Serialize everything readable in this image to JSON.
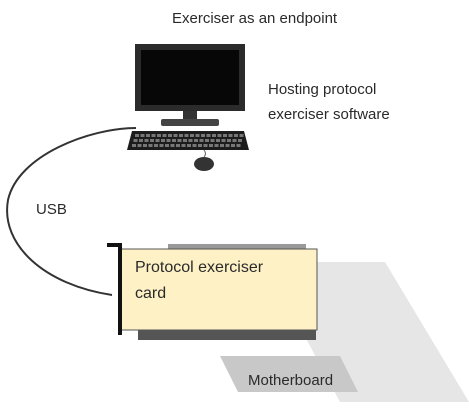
{
  "labels": {
    "title": "Exerciser as an endpoint",
    "hosting_line1": "Hosting protocol",
    "hosting_line2": "exerciser software",
    "usb": "USB",
    "card_line1": "Protocol exerciser",
    "card_line2": "card",
    "motherboard": "Motherboard"
  },
  "icons": {
    "computer": "desktop-computer-icon",
    "mouse": "mouse-icon"
  },
  "colors": {
    "card_fill": "#fdf1c5",
    "card_border": "#555555",
    "bracket": "#111111",
    "cable": "#333333",
    "motherboard": "#e6e6e6",
    "chip": "#c8c8c8",
    "monitor_bezel": "#2b2b2b",
    "screen": "#070707"
  }
}
